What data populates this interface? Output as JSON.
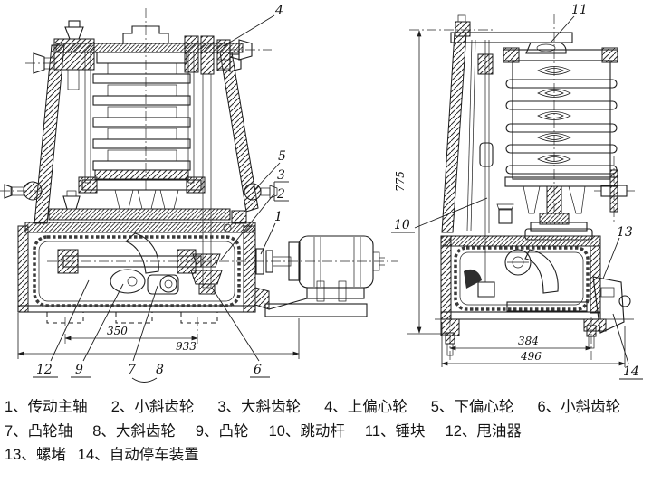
{
  "figure": {
    "kind": "technical-drawing",
    "ink_color": "#1c1c1c",
    "paper_color": "#ffffff",
    "callouts": {
      "c1": "1",
      "c2": "2",
      "c3": "3",
      "c4": "4",
      "c5": "5",
      "c6": "6",
      "c7": "7",
      "c8": "8",
      "c9": "9",
      "c10": "10",
      "c11": "11",
      "c12": "12",
      "c13": "13",
      "c14": "14"
    },
    "dimensions": {
      "front_inner_width": "350",
      "front_overall_width": "933",
      "side_height": "775",
      "side_bolt_span": "384",
      "side_overall_width": "496"
    }
  },
  "caption": {
    "separator": "、",
    "lines": [
      [
        {
          "num": "1",
          "label": "传动主轴"
        },
        {
          "num": "2",
          "label": "小斜齿轮"
        },
        {
          "num": "3",
          "label": "大斜齿轮"
        },
        {
          "num": "4",
          "label": "上偏心轮"
        },
        {
          "num": "5",
          "label": "下偏心轮"
        },
        {
          "num": "6",
          "label": "小斜齿轮"
        }
      ],
      [
        {
          "num": "7",
          "label": "凸轮轴"
        },
        {
          "num": "8",
          "label": "大斜齿轮"
        },
        {
          "num": "9",
          "label": "凸轮"
        },
        {
          "num": "10",
          "label": "跳动杆"
        },
        {
          "num": "11",
          "label": "锤块"
        },
        {
          "num": "12",
          "label": "甩油器"
        }
      ],
      [
        {
          "num": "13",
          "label": "螺堵"
        },
        {
          "num": "14",
          "label": "自动停车装置"
        }
      ]
    ]
  }
}
